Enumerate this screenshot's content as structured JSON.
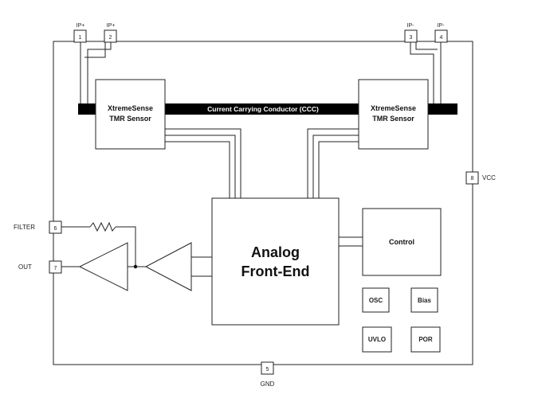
{
  "pins": [
    {
      "number": "1",
      "name": "IP+"
    },
    {
      "number": "2",
      "name": "IP+"
    },
    {
      "number": "3",
      "name": "IP-"
    },
    {
      "number": "4",
      "name": "IP-"
    },
    {
      "number": "5",
      "name": "GND"
    },
    {
      "number": "6",
      "name": "FILTER"
    },
    {
      "number": "7",
      "name": "OUT"
    },
    {
      "number": "8",
      "name": "VCC"
    }
  ],
  "conductor_label": "Current Carrying Conductor (CCC)",
  "sensor_left": {
    "line1": "XtremeSense",
    "line2": "TMR Sensor"
  },
  "sensor_right": {
    "line1": "XtremeSense",
    "line2": "TMR Sensor"
  },
  "afe": {
    "line1": "Analog",
    "line2": "Front-End"
  },
  "blocks": {
    "control": "Control",
    "osc": "OSC",
    "bias": "Bias",
    "uvlo": "UVLO",
    "por": "POR"
  }
}
